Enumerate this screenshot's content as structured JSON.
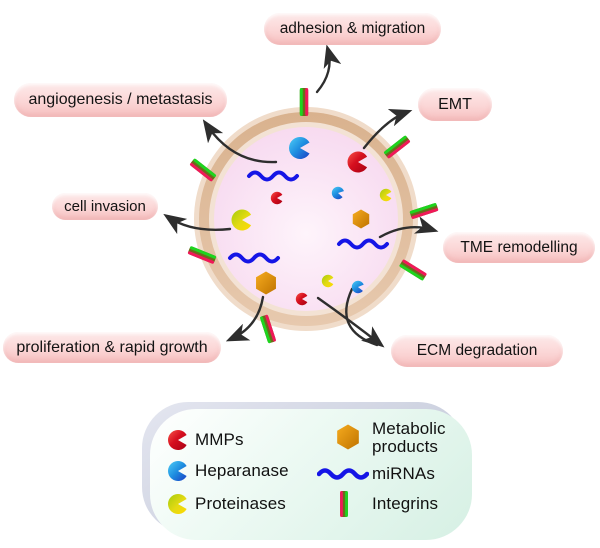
{
  "labels": {
    "adhesion": "adhesion & migration",
    "angiogenesis": "angiogenesis / metastasis",
    "emt": "EMT",
    "invasion": "cell invasion",
    "tme": "TME remodelling",
    "proliferation": "proliferation & rapid growth",
    "ecm": "ECM degradation"
  },
  "legend": {
    "mmps": "MMPs",
    "heparanase": "Heparanase",
    "proteinases": "Proteinases",
    "metabolic_line1": "Metabolic",
    "metabolic_line2": "products",
    "mirnas": "miRNAs",
    "integrins": "Integrins"
  },
  "icons": {
    "mmps": "red-pacman-icon",
    "heparanase": "blue-pacman-icon",
    "proteinases": "yellow-pacman-icon",
    "metabolic": "orange-hexagon-icon",
    "mirnas": "blue-wave-icon",
    "integrins": "striped-bar-icon"
  },
  "colors": {
    "label-bg": "#fbd6d6",
    "label-bg-light": "#fdeaea",
    "label-bg-dark": "#f6c0c0",
    "legend-bg": "#d6f0e4",
    "legend-shadow": "#c9cedd",
    "membrane-tan": "#ddb795",
    "membrane-inner": "#f3e2d4",
    "cell-pink": "#f9e2f3",
    "mmp-red": "#d60f1f",
    "heparanase-blue": "#1e6fe0",
    "proteinase-yellow": "#cfd415",
    "metabolic-orange": "#e08e0c",
    "mirna-blue": "#1515e6",
    "integrin-green": "#1ed41e",
    "integrin-red": "#f01858",
    "arrow": "#2e2e2e"
  }
}
